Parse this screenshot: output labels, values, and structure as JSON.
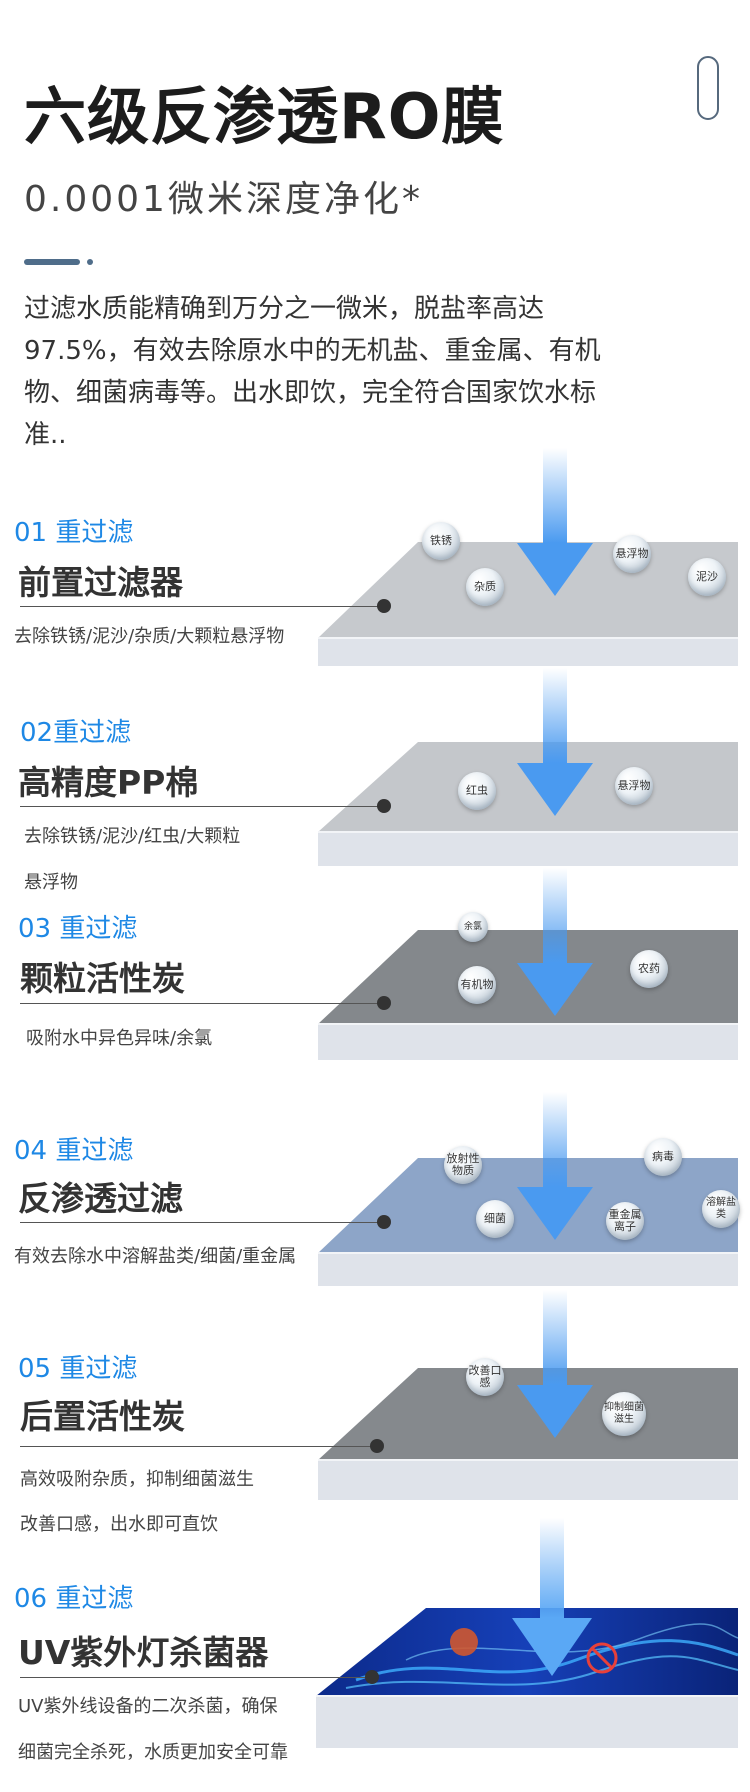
{
  "header": {
    "title": "六级反渗透RO膜",
    "subtitle": "0.0001微米深度净化*",
    "intro": "过滤水质能精确到万分之一微米，脱盐率高达97.5%，有效去除原水中的无机盐、重金属、有机物、细菌病毒等。出水即饮，完全符合国家饮水标准.."
  },
  "steps": [
    {
      "label": "01 重过滤",
      "name": "前置过滤器",
      "desc": [
        "去除铁锈/泥沙/杂质/大颗粒悬浮物"
      ],
      "bubbles": [
        "铁锈",
        "杂质",
        "悬浮物",
        "泥沙"
      ]
    },
    {
      "label": "02重过滤",
      "name": "高精度PP棉",
      "desc": [
        "去除铁锈/泥沙/红虫/大颗粒",
        "悬浮物"
      ],
      "bubbles": [
        "红虫",
        "悬浮物"
      ]
    },
    {
      "label": "03 重过滤",
      "name": "颗粒活性炭",
      "desc": [
        "吸附水中异色异味/余氯"
      ],
      "bubbles": [
        "余氯",
        "有机物",
        "农药"
      ]
    },
    {
      "label": "04 重过滤",
      "name": "反渗透过滤",
      "desc": [
        "有效去除水中溶解盐类/细菌/重金属"
      ],
      "bubbles": [
        "放射性物质",
        "病毒",
        "细菌",
        "重金属离子",
        "溶解盐类"
      ]
    },
    {
      "label": "05 重过滤",
      "name": "后置活性炭",
      "desc": [
        "高效吸附杂质，抑制细菌滋生",
        "改善口感，出水即可直饮"
      ],
      "bubbles": [
        "改善口感",
        "抑制细菌滋生"
      ]
    },
    {
      "label": "06 重过滤",
      "name": "UV紫外灯杀菌器",
      "desc": [
        "UV紫外线设备的二次杀菌，确保",
        "细菌完全杀死，水质更加安全可靠"
      ],
      "bubbles": []
    }
  ],
  "colors": {
    "accent": "#1e88e5",
    "arrow": "#4a9af0",
    "layer_light": "#c4c8cc",
    "layer_dark": "#85898d",
    "layer_blue": "#8ea6c8",
    "uv": "#1230a0"
  }
}
